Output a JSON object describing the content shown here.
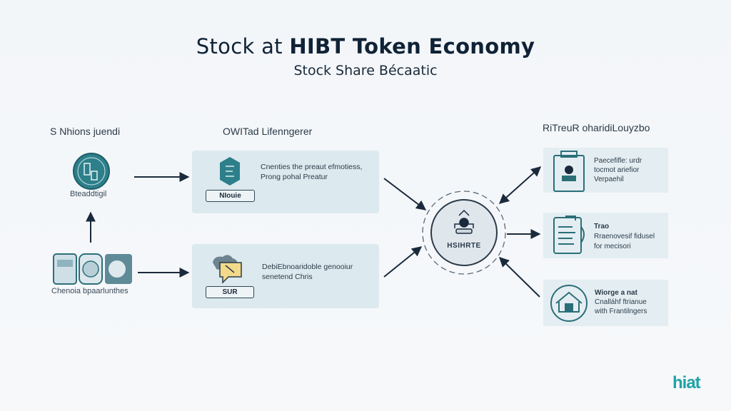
{
  "header": {
    "title_prefix": "Stock at",
    "title_bold": "HIBT Token Economy",
    "subtitle": "Stock Share Bécaatic"
  },
  "left": {
    "heading": "S Nhions juendi",
    "top_icon_label": "Bteaddtigil",
    "bottom_icons_label": "Chenoia bpaarlunthes"
  },
  "middle": {
    "heading": "OWITad Lifenngerer",
    "cards": [
      {
        "lines": [
          "Cnenties the preaut efmotiess,",
          "Prong pohal Preatur"
        ],
        "button": "NIouie"
      },
      {
        "lines": [
          "DebiEbnoaridoble genooiur",
          "senetend Chris"
        ],
        "button": "SUR"
      }
    ]
  },
  "center": {
    "label": "HSIHRTE"
  },
  "right": {
    "heading": "RiTreuR oharidiLouyzbo",
    "cards": [
      {
        "title": "",
        "lines": [
          "Paecefifle: urdr",
          "tocmot ariefior",
          "Verpaehil"
        ]
      },
      {
        "title": "Trao",
        "lines": [
          "Rraenovesif fidusel",
          "for mecisori"
        ]
      },
      {
        "title": "Wiorge a nat",
        "lines": [
          "Cnalláhf ftrianue",
          "with Frantilngers"
        ]
      }
    ]
  },
  "logo": {
    "text": "hiat"
  },
  "colors": {
    "teal": "#2d7f8a",
    "navy": "#1a2a3c",
    "card": "#dce9ee"
  }
}
